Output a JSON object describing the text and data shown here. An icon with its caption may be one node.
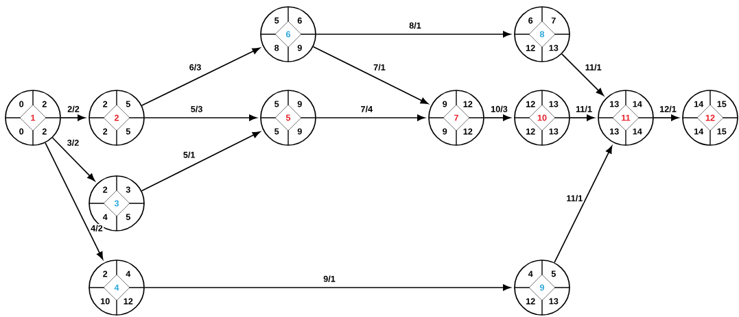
{
  "diagram": {
    "nodes": [
      {
        "text": [
          "1",
          "0",
          "2",
          "0",
          "2"
        ]
      },
      {
        "text": [
          "2",
          "2",
          "5",
          "2",
          "5"
        ]
      },
      {
        "text": [
          "3",
          "2",
          "3",
          "4",
          "5"
        ]
      },
      {
        "text": [
          "4",
          "2",
          "4",
          "10",
          "12"
        ]
      },
      {
        "text": [
          "5",
          "5",
          "9",
          "5",
          "9"
        ]
      },
      {
        "text": [
          "6",
          "5",
          "6",
          "8",
          "9"
        ]
      },
      {
        "text": [
          "7",
          "9",
          "12",
          "9",
          "12"
        ]
      },
      {
        "text": [
          "8",
          "6",
          "7",
          "12",
          "13"
        ]
      },
      {
        "text": [
          "9",
          "4",
          "5",
          "12",
          "13"
        ]
      },
      {
        "text": [
          "10",
          "12",
          "13",
          "12",
          "13"
        ]
      },
      {
        "text": [
          "11",
          "13",
          "14",
          "13",
          "14"
        ]
      },
      {
        "text": [
          "12",
          "14",
          "15",
          "14",
          "15"
        ]
      }
    ],
    "edges": [
      {
        "from": 0,
        "to": 1,
        "arrow": "to",
        "label": "2/2"
      },
      {
        "from": 0,
        "to": 2,
        "arrow": "to",
        "label": "3/2"
      },
      {
        "from": 0,
        "to": 3,
        "arrow": "to",
        "label": "4/2"
      },
      {
        "from": 1,
        "to": 5,
        "arrow": "to",
        "label": "6/3"
      },
      {
        "from": 1,
        "to": 4,
        "arrow": "to",
        "label": "5/3"
      },
      {
        "from": 2,
        "to": 4,
        "arrow": "to",
        "label": "5/1"
      },
      {
        "from": 5,
        "to": 7,
        "arrow": "to",
        "label": "8/1"
      },
      {
        "from": 5,
        "to": 6,
        "arrow": "to",
        "label": "7/1"
      },
      {
        "from": 4,
        "to": 6,
        "arrow": "to",
        "label": "7/4"
      },
      {
        "from": 3,
        "to": 8,
        "arrow": "to",
        "label": "9/1"
      },
      {
        "from": 6,
        "to": 9,
        "arrow": "to",
        "label": "10/3"
      },
      {
        "from": 7,
        "to": 10,
        "arrow": "to",
        "label": "11/1"
      },
      {
        "from": 9,
        "to": 10,
        "arrow": "to",
        "label": "11/1"
      },
      {
        "from": 8,
        "to": 10,
        "arrow": "to",
        "label": "11/1"
      },
      {
        "from": 10,
        "to": 11,
        "arrow": "to",
        "label": "12/1"
      }
    ]
  }
}
